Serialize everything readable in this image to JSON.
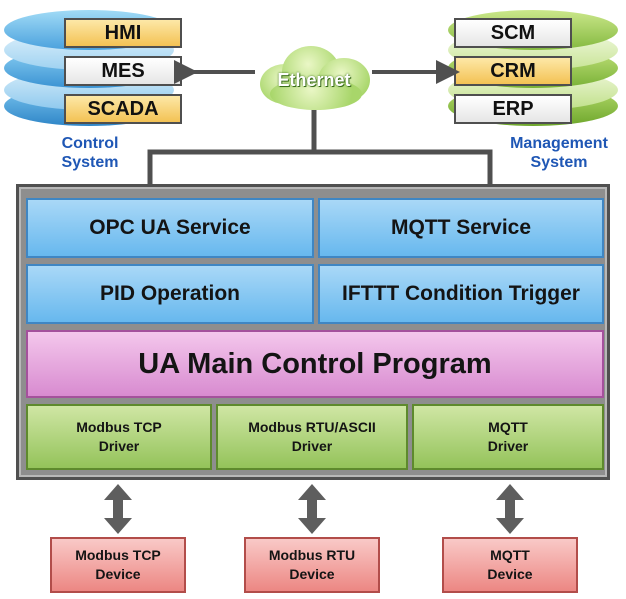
{
  "left_system": {
    "items": [
      "HMI",
      "MES",
      "SCADA"
    ],
    "label_line1": "Control",
    "label_line2": "System"
  },
  "right_system": {
    "items": [
      "SCM",
      "CRM",
      "ERP"
    ],
    "label_line1": "Management",
    "label_line2": "System"
  },
  "network": {
    "label": "Ethernet"
  },
  "services": {
    "opc_ua": "OPC UA Service",
    "mqtt": "MQTT Service",
    "pid": "PID Operation",
    "ifttt": "IFTTT Condition Trigger"
  },
  "main_program": "UA Main Control Program",
  "drivers": [
    {
      "line1": "Modbus TCP",
      "line2": "Driver"
    },
    {
      "line1": "Modbus RTU/ASCII",
      "line2": "Driver"
    },
    {
      "line1": "MQTT",
      "line2": "Driver"
    }
  ],
  "devices": [
    {
      "line1": "Modbus TCP",
      "line2": "Device"
    },
    {
      "line1": "Modbus RTU",
      "line2": "Device"
    },
    {
      "line1": "MQTT",
      "line2": "Device"
    }
  ],
  "colors": {
    "system_label": "#1f57b5",
    "service_blue": "#67b8ee",
    "main_pink": "#d88bd0",
    "driver_green": "#94c35a",
    "device_red": "#ec8783",
    "frame_gray": "#8e8e8e"
  }
}
